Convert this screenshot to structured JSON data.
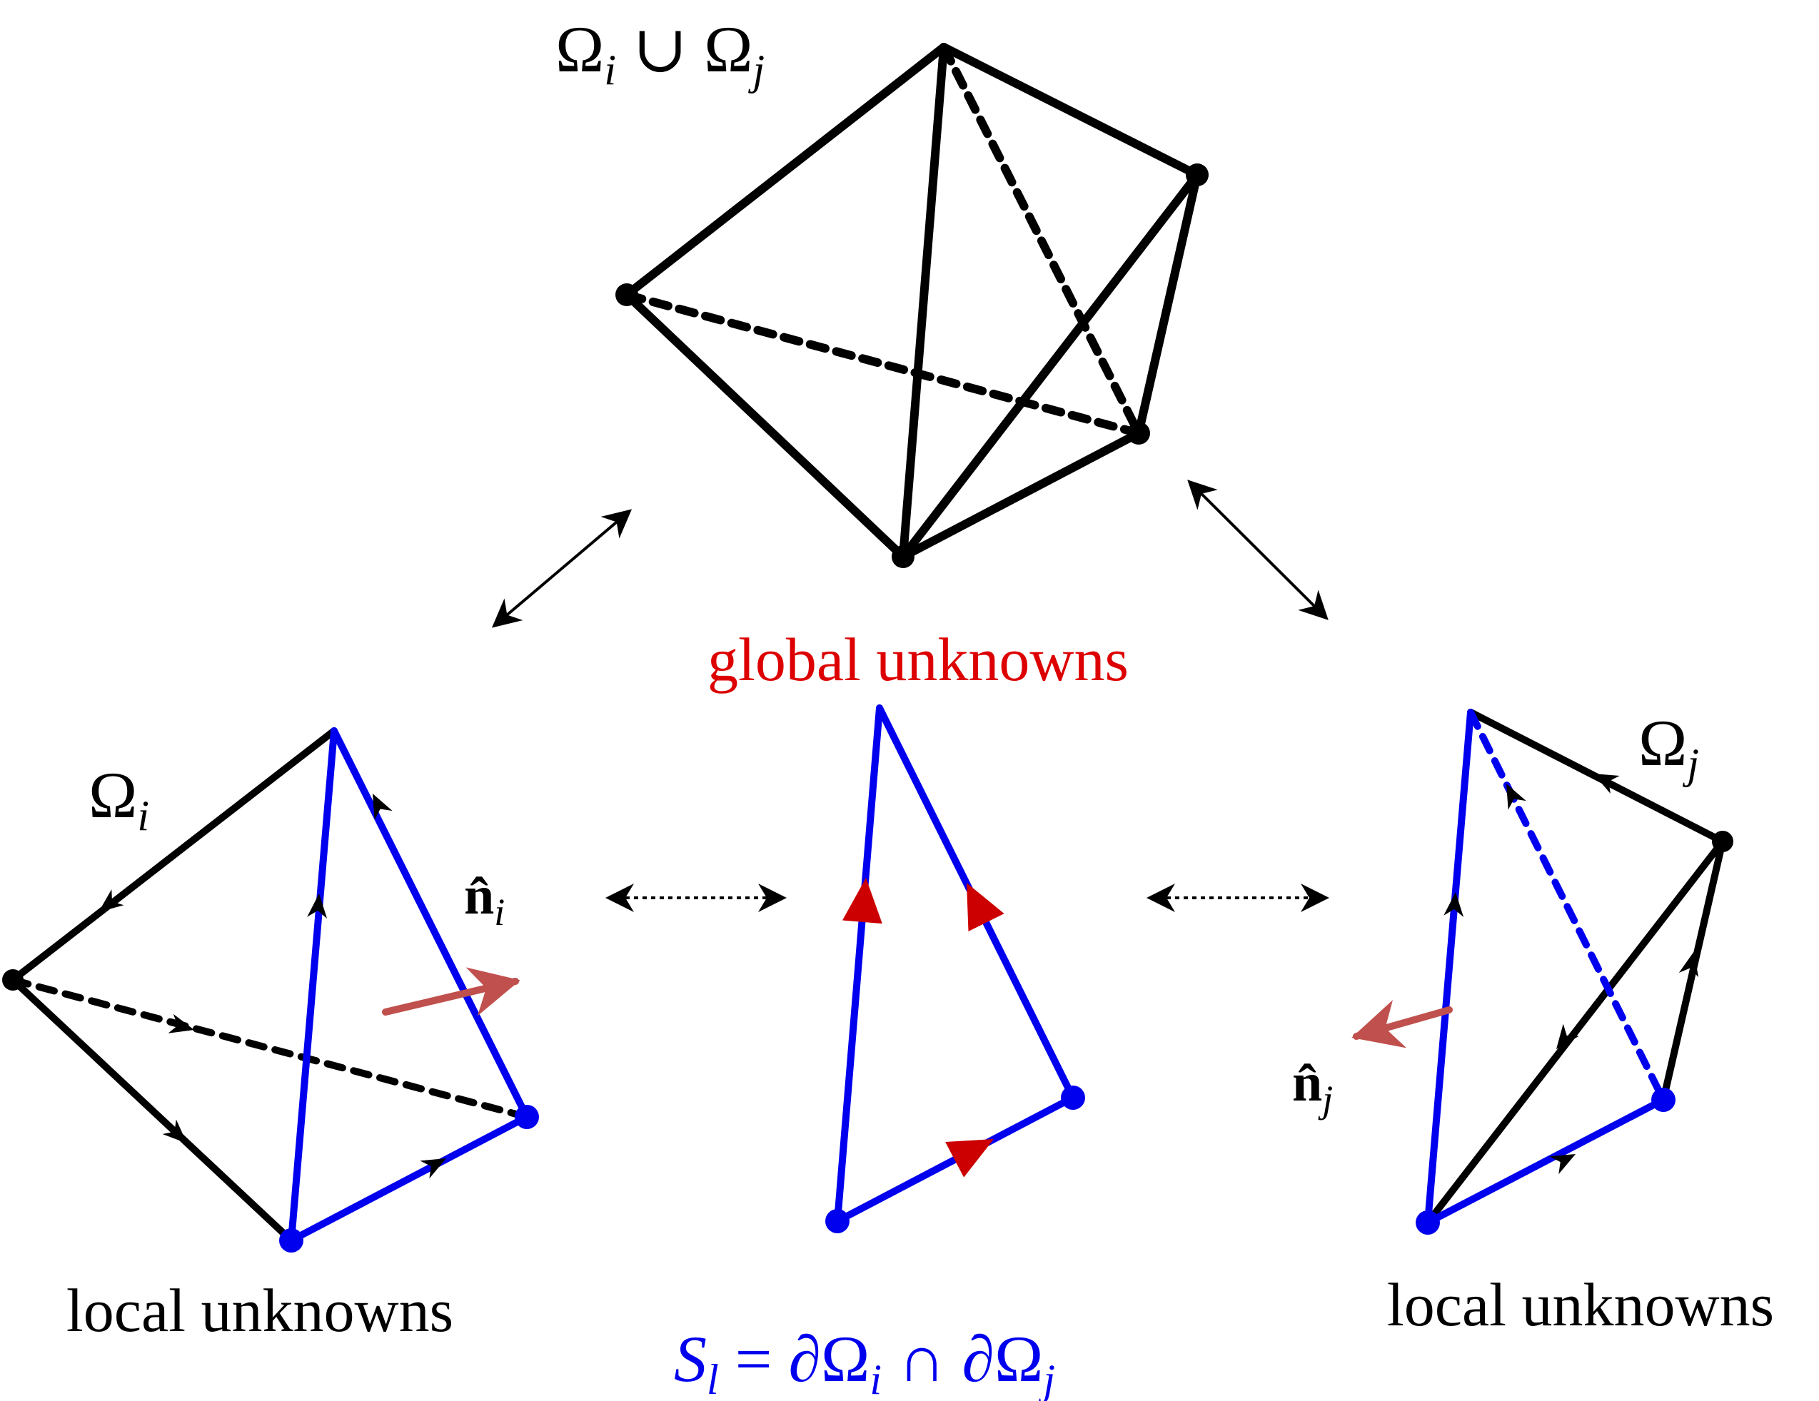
{
  "labels": {
    "union": {
      "omega1": "Ω",
      "sub1": "i",
      "op": " ∪ ",
      "omega2": "Ω",
      "sub2": "j"
    },
    "omega_i": {
      "omega": "Ω",
      "sub": "i"
    },
    "omega_j": {
      "omega": "Ω",
      "sub": "j"
    },
    "n_i": {
      "n": "n̂",
      "sub": "i"
    },
    "n_j": {
      "n": "n̂",
      "sub": "j"
    },
    "global_unknowns": "global unknowns",
    "local_unknowns_left": "local unknowns",
    "local_unknowns_right": "local unknowns",
    "interface": {
      "S": "S",
      "l": "l",
      "eq": " = ∂Ω",
      "i": "i",
      "cap": " ∩ ∂Ω",
      "j": "j"
    }
  },
  "colors": {
    "edge": "#000000",
    "interface_edge": "#0000ee",
    "global_text": "#dd0000",
    "interface_text": "#0000ee",
    "orientation_arrow": "#cc0000",
    "normal_arrow": "#c0504d"
  }
}
